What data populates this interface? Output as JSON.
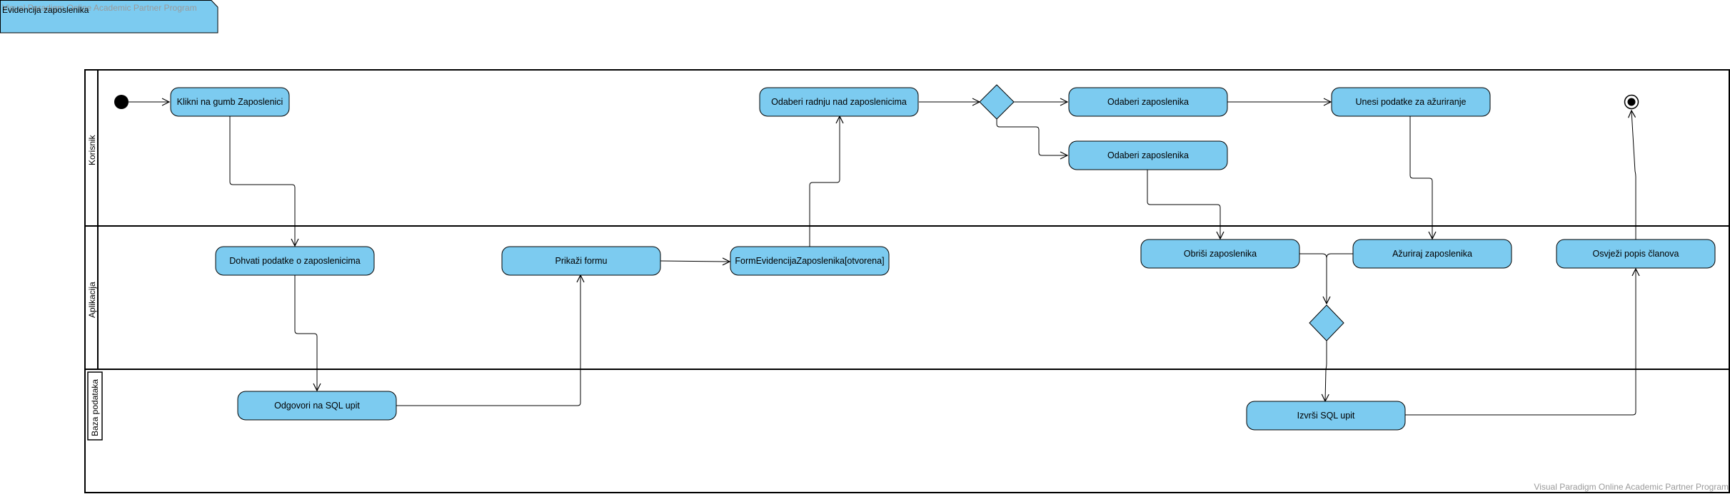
{
  "frame": {
    "title": "Evidencija zaposlenika",
    "watermark_top": "Visual Paradigm Online Academic Partner Program"
  },
  "watermark_bottom": "Visual Paradigm Online Academic Partner Program",
  "lanes": [
    "Korisnik",
    "Aplikacija",
    "Baza podataka"
  ],
  "actions": {
    "a1": "Klikni na gumb Zaposlenici",
    "a2": "Dohvati podatke o zaposlenicima",
    "a3": "Odgovori na SQL upit",
    "a4": "Prikaži formu",
    "a5": "FormEvidencijaZaposlenika[otvorena]",
    "a6": "Odaberi radnju nad zaposlenicima",
    "a7": "Odaberi zaposlenika",
    "a8": "Unesi podatke za ažuriranje",
    "a9": "Odaberi zaposlenika",
    "a10": "Obriši zaposlenika",
    "a11": "Ažuriraj zaposlenika",
    "a12": "Izvrši SQL upit",
    "a13": "Osvježi popis članova"
  },
  "colors": {
    "node_fill": "#7ccbf0",
    "frame_fill": "#7ccbf0",
    "stroke": "#000000"
  }
}
